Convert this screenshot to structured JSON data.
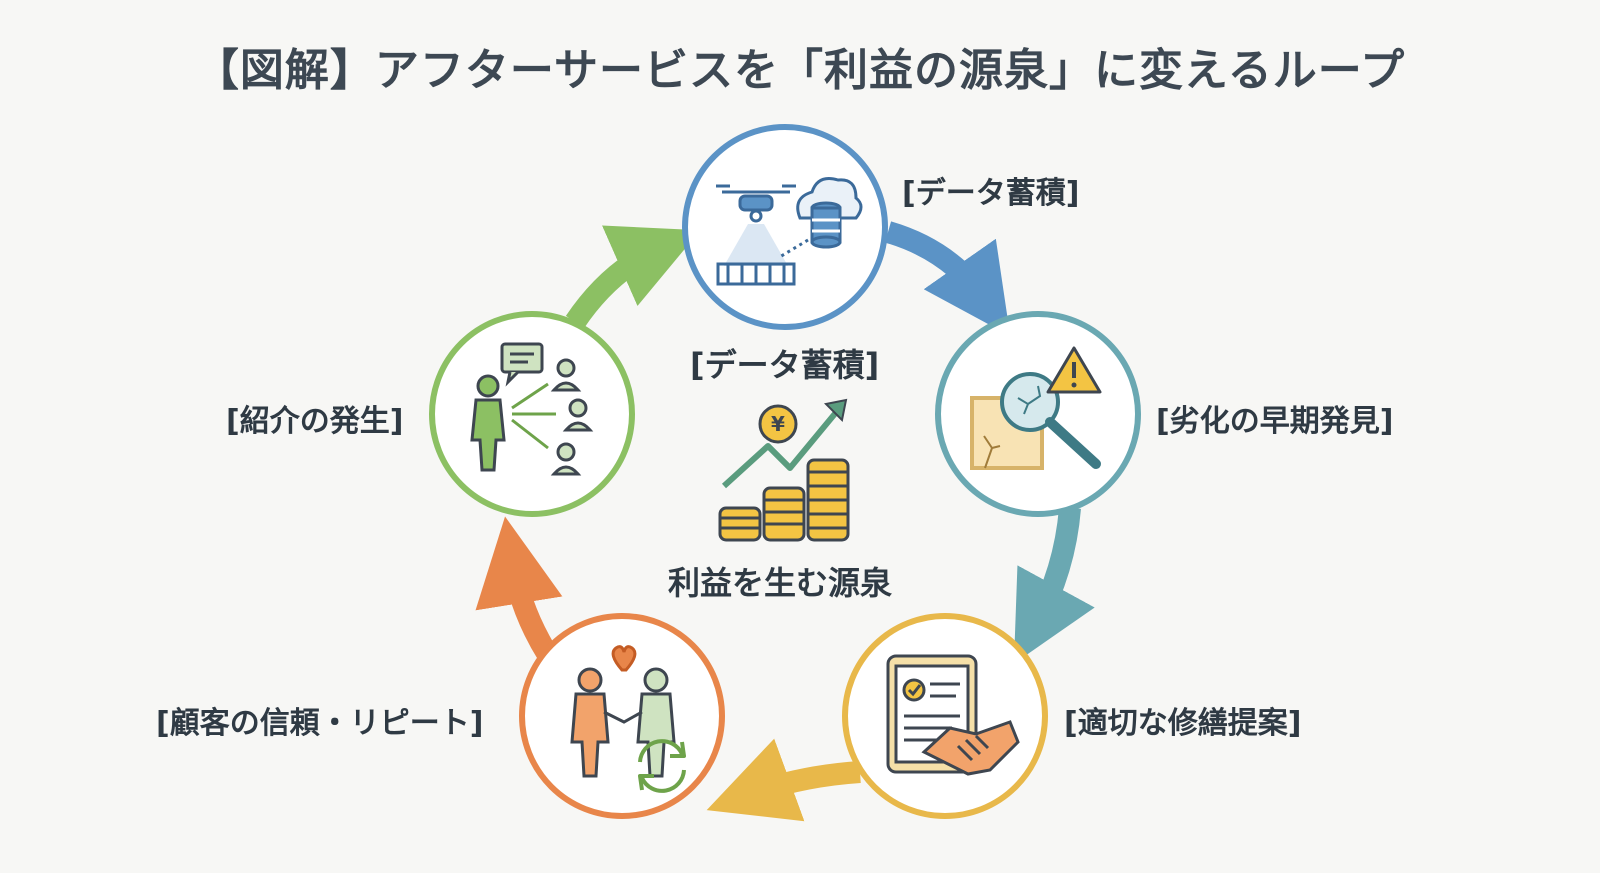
{
  "title": "【図解】アフターサービスを「利益の源泉」に変えるループ",
  "nodes": [
    {
      "id": "data",
      "label": "[データ蓄積]",
      "color": "#5b93c6"
    },
    {
      "id": "detect",
      "label": "[劣化の早期発見]",
      "color": "#6aa8b2"
    },
    {
      "id": "propose",
      "label": "[適切な修繕提案]",
      "color": "#e8b84a"
    },
    {
      "id": "trust",
      "label": "[顧客の信頼・リピート]",
      "color": "#e8864a"
    },
    {
      "id": "referral",
      "label": "[紹介の発生]",
      "color": "#8cc063"
    }
  ],
  "center": {
    "heading": "[データ蓄積]",
    "caption": "利益を生む源泉",
    "currency_symbol": "¥"
  },
  "icons": {
    "data": [
      "drone-icon",
      "cloud-database-icon"
    ],
    "detect": [
      "magnifier-crack-icon",
      "warning-icon"
    ],
    "propose": [
      "tablet-checklist-icon",
      "handshake-icon"
    ],
    "trust": [
      "two-people-heart-icon",
      "refresh-icon"
    ],
    "referral": [
      "speech-person-icon",
      "people-group-icon"
    ],
    "center": [
      "growth-arrow-icon",
      "coin-stacks-icon"
    ]
  }
}
